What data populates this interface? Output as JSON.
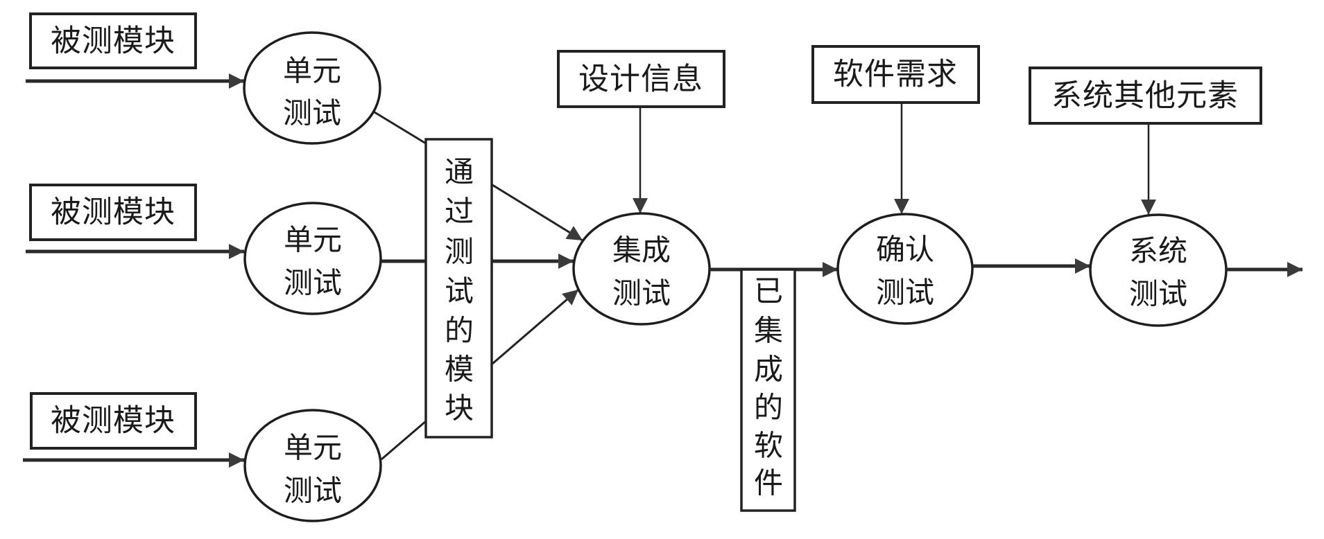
{
  "diagram": {
    "title": "",
    "inputs": [
      {
        "label": "被测模块"
      },
      {
        "label": "被测模块"
      },
      {
        "label": "被测模块"
      }
    ],
    "unit_tests": [
      {
        "line1": "单元",
        "line2": "测试"
      },
      {
        "line1": "单元",
        "line2": "测试"
      },
      {
        "line1": "单元",
        "line2": "测试"
      }
    ],
    "passed_modules": {
      "label": "通过测试的模块",
      "chars": [
        "通",
        "过",
        "测",
        "试",
        "的",
        "模",
        "块"
      ]
    },
    "integration_test": {
      "line1": "集成",
      "line2": "测试"
    },
    "design_info": {
      "label": "设计信息"
    },
    "integrated_software": {
      "label": "已集成的软件",
      "chars": [
        "已",
        "集",
        "成",
        "的",
        "软",
        "件"
      ]
    },
    "validation_test": {
      "line1": "确认",
      "line2": "测试"
    },
    "software_requirements": {
      "label": "软件需求"
    },
    "system_test": {
      "line1": "系统",
      "line2": "测试"
    },
    "system_elements": {
      "label": "系统其他元素"
    }
  }
}
